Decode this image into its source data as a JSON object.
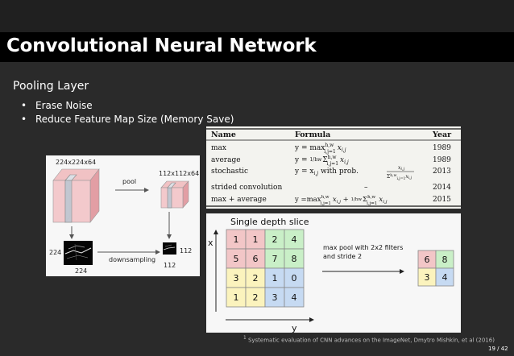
{
  "slide": {
    "title": "Convolutional Neural Network",
    "heading": "Pooling Layer",
    "bullets": [
      "Erase Noise",
      "Reduce Feature Map Size (Memory Save)"
    ],
    "bullet_glyph": "•",
    "footnote_mark": "1",
    "footnote": "Systematic evaluation of CNN advances on the ImageNet, Dmytro Mishkin, et al (2016)",
    "page": "19 / 42"
  },
  "pool_diagram": {
    "input_dim": "224x224x64",
    "output_dim": "112x112x64",
    "pool_label": "pool",
    "downsampling_label": "downsampling",
    "in_side": "224",
    "in_bottom": "224",
    "out_side": "112",
    "out_bottom": "112"
  },
  "formula_table": {
    "headers": [
      "Name",
      "Formula",
      "Year"
    ],
    "rows": [
      {
        "name": "max",
        "formula": "y = max",
        "formula_sup": "h,w",
        "formula_sub": "i,j=1",
        "formula_tail": "x",
        "formula_tail_sub": "i,j",
        "year": "1989"
      },
      {
        "name": "average",
        "formula": "y = ",
        "formula_frac": "1/hw",
        "formula_sum": "Σ",
        "formula_sup": "h,w",
        "formula_sub": "i,j=1",
        "formula_tail": "x",
        "formula_tail_sub": "i,j",
        "year": "1989"
      },
      {
        "name": "stochastic",
        "formula": "y = x",
        "formula_sub": "i,j",
        "formula_tail": " with prob.",
        "formula_frac_num": "x",
        "formula_frac_num_sub": "i,j",
        "formula_frac_den": "Σ",
        "formula_frac_den_sup": "h,w",
        "formula_frac_den_sub": "i,j=1",
        "formula_frac_den_tail": "x",
        "formula_frac_den_tail_sub": "i,j",
        "year": "2013"
      },
      {
        "name": "strided convolution",
        "formula": "–",
        "year": "2014"
      },
      {
        "name": "max + average",
        "formula": "y =max",
        "formula_sup": "h,w",
        "formula_sub": "i,j=1",
        "formula_tail": "x",
        "formula_tail_sub": "i,j",
        "formula_plus": " + ",
        "formula_frac": "1/hw",
        "formula_sum": "Σ",
        "formula_sup2": "h,w",
        "formula_sub2": "i,j=1",
        "formula_tail2": "x",
        "formula_tail2_sub": "i,j",
        "year": "2015"
      }
    ]
  },
  "maxpool_example": {
    "title": "Single depth slice",
    "x_axis": "x",
    "y_axis": "y",
    "description_line1": "max pool with 2x2 filters",
    "description_line2": "and stride 2",
    "input_grid": [
      [
        "1",
        "1",
        "2",
        "4"
      ],
      [
        "5",
        "6",
        "7",
        "8"
      ],
      [
        "3",
        "2",
        "1",
        "0"
      ],
      [
        "1",
        "2",
        "3",
        "4"
      ]
    ],
    "output_grid": [
      [
        "6",
        "8"
      ],
      [
        "3",
        "4"
      ]
    ],
    "colors": {
      "red": "#f2c6c7",
      "green": "#c9efc7",
      "yellow": "#fbf3bd",
      "blue": "#c6daf2"
    }
  }
}
